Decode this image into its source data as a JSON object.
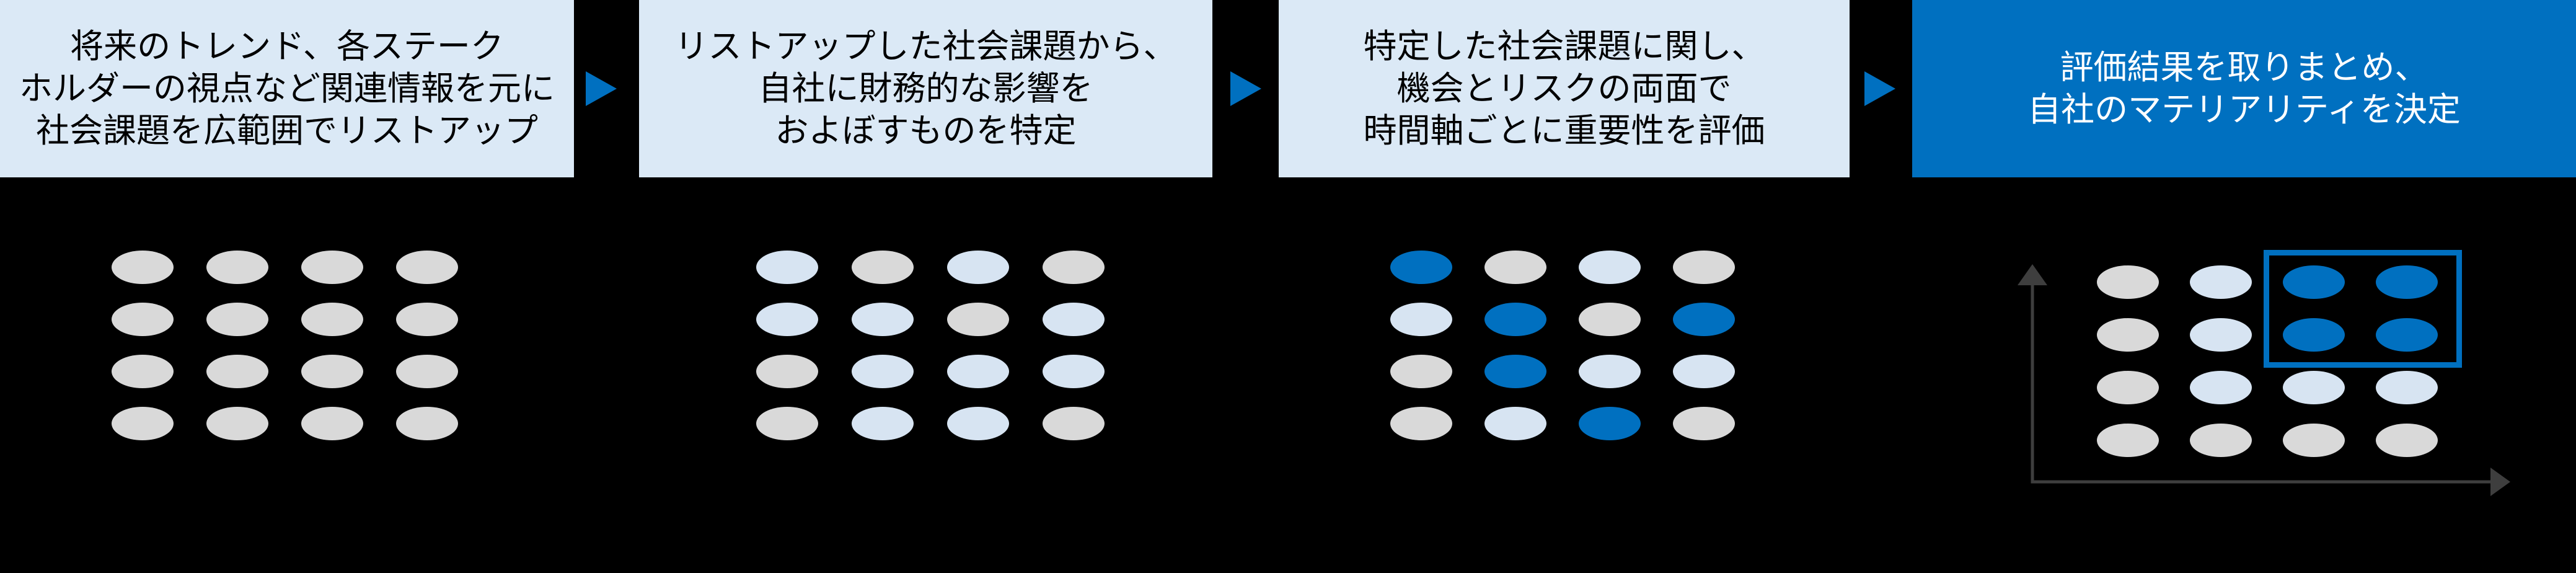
{
  "steps": [
    {
      "lines": [
        "将来のトレンド、各ステーク",
        "ホルダーの視点など関連情報を元に",
        "社会課題を広範囲でリストアップ"
      ],
      "variant": "light"
    },
    {
      "lines": [
        "リストアップした社会課題から、",
        "自社に財務的な影響を",
        "およぼすものを特定"
      ],
      "variant": "light"
    },
    {
      "lines": [
        "特定した社会課題に関し、",
        "機会とリスクの両面で",
        "時間軸ごとに重要性を評価"
      ],
      "variant": "light"
    },
    {
      "lines": [
        "評価結果を取りまとめ、",
        "自社のマテリアリティを決定"
      ],
      "variant": "primary"
    }
  ],
  "grids": [
    {
      "dots": [
        [
          "gray",
          "gray",
          "gray",
          "gray"
        ],
        [
          "gray",
          "gray",
          "gray",
          "gray"
        ],
        [
          "gray",
          "gray",
          "gray",
          "gray"
        ],
        [
          "gray",
          "gray",
          "gray",
          "gray"
        ]
      ]
    },
    {
      "dots": [
        [
          "light",
          "gray",
          "light",
          "gray"
        ],
        [
          "light",
          "light",
          "gray",
          "light"
        ],
        [
          "gray",
          "light",
          "light",
          "light"
        ],
        [
          "gray",
          "light",
          "light",
          "gray"
        ]
      ]
    },
    {
      "dots": [
        [
          "blue",
          "gray",
          "light",
          "gray"
        ],
        [
          "light",
          "blue",
          "gray",
          "blue"
        ],
        [
          "gray",
          "blue",
          "light",
          "light"
        ],
        [
          "gray",
          "light",
          "blue",
          "gray"
        ]
      ]
    },
    {
      "dots": [
        [
          "gray",
          "light",
          "blue",
          "blue"
        ],
        [
          "gray",
          "light",
          "blue",
          "blue"
        ],
        [
          "gray",
          "light",
          "light",
          "light"
        ],
        [
          "gray",
          "gray",
          "gray",
          "gray"
        ]
      ]
    }
  ],
  "colors": {
    "background": "#000000",
    "step_light_bg": "#dbe9f6",
    "step_primary_bg": "#0070c0",
    "step_text_dark": "#000000",
    "step_text_light": "#ffffff",
    "arrow_blue": "#0070c0",
    "dot_gray": "#d9d9d9",
    "dot_light_blue": "#d7e4f2",
    "dot_blue": "#0070c0",
    "axis_gray": "#3e3e3e",
    "highlight_stroke": "#0070c0"
  }
}
